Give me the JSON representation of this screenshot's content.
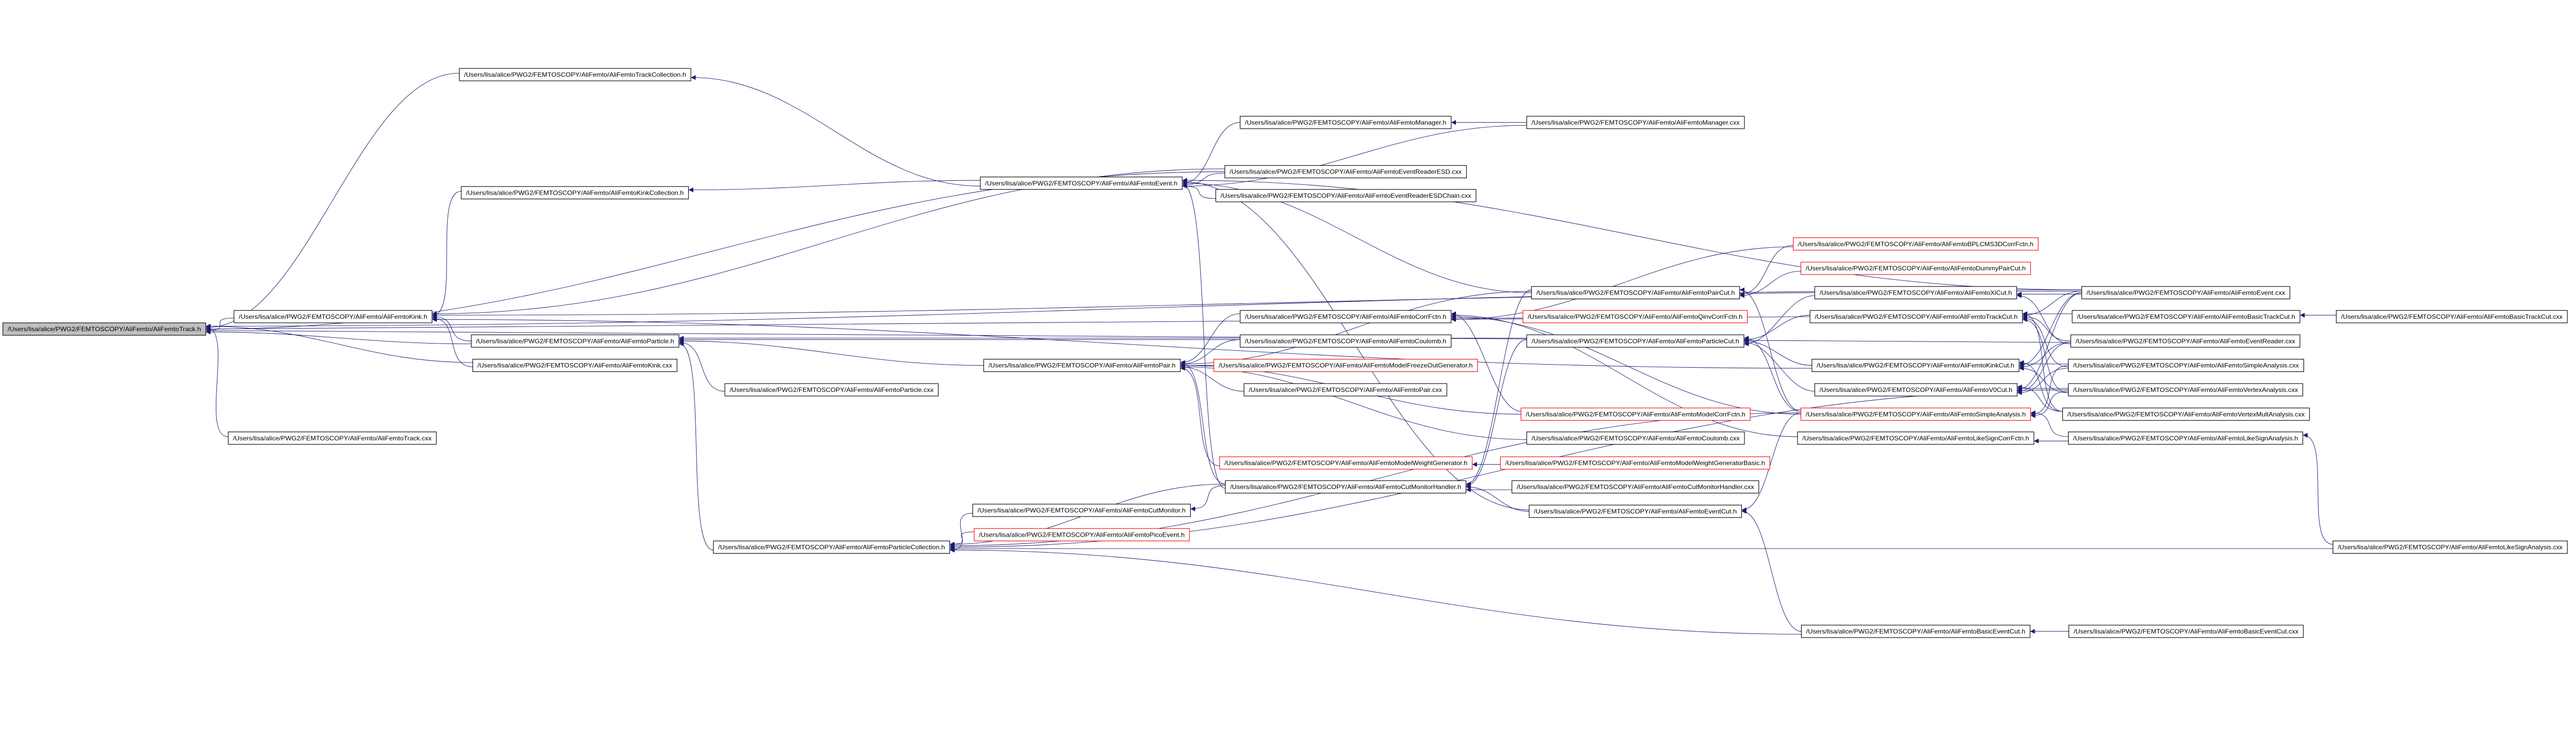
{
  "title": "/Users/lisa/alice/PWG2/FEMTOSCOPY/AliFemto/AliFemtoTrack.h",
  "colors": {
    "edge": "#191970",
    "truncated_border": "#ff0000",
    "root_fill": "#bfbfbf"
  },
  "nodes": [
    {
      "id": "track_h",
      "label": "/Users/lisa/alice/PWG2/FEMTOSCOPY/AliFemto/AliFemtoTrack.h",
      "root": true
    },
    {
      "id": "trackcoll_h",
      "label": "/Users/lisa/alice/PWG2/FEMTOSCOPY/AliFemto/AliFemtoTrackCollection.h"
    },
    {
      "id": "kinkcoll_h",
      "label": "/Users/lisa/alice/PWG2/FEMTOSCOPY/AliFemto/AliFemtoKinkCollection.h"
    },
    {
      "id": "kink_h",
      "label": "/Users/lisa/alice/PWG2/FEMTOSCOPY/AliFemto/AliFemtoKink.h"
    },
    {
      "id": "particle_h",
      "label": "/Users/lisa/alice/PWG2/FEMTOSCOPY/AliFemto/AliFemtoParticle.h"
    },
    {
      "id": "kink_cxx",
      "label": "/Users/lisa/alice/PWG2/FEMTOSCOPY/AliFemto/AliFemtoKink.cxx"
    },
    {
      "id": "track_cxx",
      "label": "/Users/lisa/alice/PWG2/FEMTOSCOPY/AliFemto/AliFemtoTrack.cxx"
    },
    {
      "id": "event_h",
      "label": "/Users/lisa/alice/PWG2/FEMTOSCOPY/AliFemto/AliFemtoEvent.h"
    },
    {
      "id": "pair_h",
      "label": "/Users/lisa/alice/PWG2/FEMTOSCOPY/AliFemto/AliFemtoPair.h"
    },
    {
      "id": "particle_cxx",
      "label": "/Users/lisa/alice/PWG2/FEMTOSCOPY/AliFemto/AliFemtoParticle.cxx"
    },
    {
      "id": "partcoll_h",
      "label": "/Users/lisa/alice/PWG2/FEMTOSCOPY/AliFemto/AliFemtoParticleCollection.h"
    },
    {
      "id": "cutmon_h",
      "label": "/Users/lisa/alice/PWG2/FEMTOSCOPY/AliFemto/AliFemtoCutMonitor.h"
    },
    {
      "id": "picoevent_h",
      "label": "/Users/lisa/alice/PWG2/FEMTOSCOPY/AliFemto/AliFemtoPicoEvent.h",
      "truncated": true
    },
    {
      "id": "manager_h",
      "label": "/Users/lisa/alice/PWG2/FEMTOSCOPY/AliFemto/AliFemtoManager.h"
    },
    {
      "id": "manager_cxx",
      "label": "/Users/lisa/alice/PWG2/FEMTOSCOPY/AliFemto/AliFemtoManager.cxx"
    },
    {
      "id": "readeresd_cxx",
      "label": "/Users/lisa/alice/PWG2/FEMTOSCOPY/AliFemto/AliFemtoEventReaderESD.cxx"
    },
    {
      "id": "readeresdchain_cxx",
      "label": "/Users/lisa/alice/PWG2/FEMTOSCOPY/AliFemto/AliFemtoEventReaderESDChain.cxx"
    },
    {
      "id": "corrfctn_h",
      "label": "/Users/lisa/alice/PWG2/FEMTOSCOPY/AliFemto/AliFemtoCorrFctn.h"
    },
    {
      "id": "coulomb_h",
      "label": "/Users/lisa/alice/PWG2/FEMTOSCOPY/AliFemto/AliFemtoCoulomb.h"
    },
    {
      "id": "freezeout_h",
      "label": "/Users/lisa/alice/PWG2/FEMTOSCOPY/AliFemto/AliFemtoModelFreezeOutGenerator.h",
      "truncated": true
    },
    {
      "id": "pair_cxx",
      "label": "/Users/lisa/alice/PWG2/FEMTOSCOPY/AliFemto/AliFemtoPair.cxx"
    },
    {
      "id": "weightgen_h",
      "label": "/Users/lisa/alice/PWG2/FEMTOSCOPY/AliFemto/AliFemtoModelWeightGenerator.h",
      "truncated": true
    },
    {
      "id": "cutmonhandler_h",
      "label": "/Users/lisa/alice/PWG2/FEMTOSCOPY/AliFemto/AliFemtoCutMonitorHandler.h"
    },
    {
      "id": "paircut_h",
      "label": "/Users/lisa/alice/PWG2/FEMTOSCOPY/AliFemto/AliFemtoPairCut.h"
    },
    {
      "id": "qinv_h",
      "label": "/Users/lisa/alice/PWG2/FEMTOSCOPY/AliFemto/AliFemtoQinvCorrFctn.h",
      "truncated": true
    },
    {
      "id": "particlecut_h",
      "label": "/Users/lisa/alice/PWG2/FEMTOSCOPY/AliFemto/AliFemtoParticleCut.h"
    },
    {
      "id": "modelcorr_h",
      "label": "/Users/lisa/alice/PWG2/FEMTOSCOPY/AliFemto/AliFemtoModelCorrFctn.h",
      "truncated": true
    },
    {
      "id": "coulomb_cxx",
      "label": "/Users/lisa/alice/PWG2/FEMTOSCOPY/AliFemto/AliFemtoCoulomb.cxx"
    },
    {
      "id": "weightgenbasic_h",
      "label": "/Users/lisa/alice/PWG2/FEMTOSCOPY/AliFemto/AliFemtoModelWeightGeneratorBasic.h",
      "truncated": true
    },
    {
      "id": "cutmonhandler_cxx",
      "label": "/Users/lisa/alice/PWG2/FEMTOSCOPY/AliFemto/AliFemtoCutMonitorHandler.cxx"
    },
    {
      "id": "eventcut_h",
      "label": "/Users/lisa/alice/PWG2/FEMTOSCOPY/AliFemto/AliFemtoEventCut.h"
    },
    {
      "id": "bplcms_h",
      "label": "/Users/lisa/alice/PWG2/FEMTOSCOPY/AliFemto/AliFemtoBPLCMS3DCorrFctn.h",
      "truncated": true
    },
    {
      "id": "dummypaircut_h",
      "label": "/Users/lisa/alice/PWG2/FEMTOSCOPY/AliFemto/AliFemtoDummyPairCut.h",
      "truncated": true
    },
    {
      "id": "xicut_h",
      "label": "/Users/lisa/alice/PWG2/FEMTOSCOPY/AliFemto/AliFemtoXiCut.h"
    },
    {
      "id": "trackcut_h",
      "label": "/Users/lisa/alice/PWG2/FEMTOSCOPY/AliFemto/AliFemtoTrackCut.h"
    },
    {
      "id": "kinkcut_h",
      "label": "/Users/lisa/alice/PWG2/FEMTOSCOPY/AliFemto/AliFemtoKinkCut.h"
    },
    {
      "id": "v0cut_h",
      "label": "/Users/lisa/alice/PWG2/FEMTOSCOPY/AliFemto/AliFemtoV0Cut.h"
    },
    {
      "id": "simpleanalysis_h",
      "label": "/Users/lisa/alice/PWG2/FEMTOSCOPY/AliFemto/AliFemtoSimpleAnalysis.h",
      "truncated": true
    },
    {
      "id": "likesigncorr_h",
      "label": "/Users/lisa/alice/PWG2/FEMTOSCOPY/AliFemto/AliFemtoLikeSignCorrFctn.h"
    },
    {
      "id": "basiceventcut_h",
      "label": "/Users/lisa/alice/PWG2/FEMTOSCOPY/AliFemto/AliFemtoBasicEventCut.h"
    },
    {
      "id": "event_cxx",
      "label": "/Users/lisa/alice/PWG2/FEMTOSCOPY/AliFemto/AliFemtoEvent.cxx"
    },
    {
      "id": "basictrackcut_h",
      "label": "/Users/lisa/alice/PWG2/FEMTOSCOPY/AliFemto/AliFemtoBasicTrackCut.h"
    },
    {
      "id": "eventreader_cxx",
      "label": "/Users/lisa/alice/PWG2/FEMTOSCOPY/AliFemto/AliFemtoEventReader.cxx"
    },
    {
      "id": "simpleanalysis_cxx",
      "label": "/Users/lisa/alice/PWG2/FEMTOSCOPY/AliFemto/AliFemtoSimpleAnalysis.cxx"
    },
    {
      "id": "vertexanalysis_cxx",
      "label": "/Users/lisa/alice/PWG2/FEMTOSCOPY/AliFemto/AliFemtoVertexAnalysis.cxx"
    },
    {
      "id": "vertexmult_cxx",
      "label": "/Users/lisa/alice/PWG2/FEMTOSCOPY/AliFemto/AliFemtoVertexMultAnalysis.cxx"
    },
    {
      "id": "likesignanalysis_h",
      "label": "/Users/lisa/alice/PWG2/FEMTOSCOPY/AliFemto/AliFemtoLikeSignAnalysis.h"
    },
    {
      "id": "basictrackcut_cxx",
      "label": "/Users/lisa/alice/PWG2/FEMTOSCOPY/AliFemto/AliFemtoBasicTrackCut.cxx"
    },
    {
      "id": "likesignanalysis_cxx",
      "label": "/Users/lisa/alice/PWG2/FEMTOSCOPY/AliFemto/AliFemtoLikeSignAnalysis.cxx"
    },
    {
      "id": "basiceventcut_cxx",
      "label": "/Users/lisa/alice/PWG2/FEMTOSCOPY/AliFemto/AliFemtoBasicEventCut.cxx"
    }
  ],
  "edges": [
    [
      "event_cxx",
      "track_h"
    ],
    [
      "trackcoll_h",
      "track_h"
    ],
    [
      "readeresd_cxx",
      "track_h"
    ],
    [
      "kink_h",
      "track_h"
    ],
    [
      "particle_h",
      "track_h"
    ],
    [
      "kink_cxx",
      "track_h"
    ],
    [
      "track_cxx",
      "track_h"
    ],
    [
      "trackcut_h",
      "track_h"
    ],
    [
      "eventreader_cxx",
      "track_h"
    ],
    [
      "event_h",
      "trackcoll_h"
    ],
    [
      "event_h",
      "kinkcoll_h"
    ],
    [
      "kinkcoll_h",
      "kink_h"
    ],
    [
      "particle_h",
      "kink_h"
    ],
    [
      "kink_cxx",
      "kink_h"
    ],
    [
      "kinkcut_h",
      "kink_h"
    ],
    [
      "readeresd_cxx",
      "kink_h"
    ],
    [
      "event_cxx",
      "kink_h"
    ],
    [
      "pair_h",
      "particle_h"
    ],
    [
      "particle_cxx",
      "particle_h"
    ],
    [
      "partcoll_h",
      "particle_h"
    ],
    [
      "particlecut_h",
      "particle_h"
    ],
    [
      "coulomb_h",
      "particle_h"
    ],
    [
      "manager_h",
      "event_h"
    ],
    [
      "readeresd_cxx",
      "event_h"
    ],
    [
      "readeresdchain_cxx",
      "event_h"
    ],
    [
      "event_cxx",
      "event_h"
    ],
    [
      "eventcut_h",
      "event_h"
    ],
    [
      "paircut_h",
      "event_h"
    ],
    [
      "cutmonhandler_h",
      "event_h"
    ],
    [
      "manager_cxx",
      "event_h"
    ],
    [
      "corrfctn_h",
      "pair_h"
    ],
    [
      "coulomb_h",
      "pair_h"
    ],
    [
      "freezeout_h",
      "pair_h"
    ],
    [
      "pair_cxx",
      "pair_h"
    ],
    [
      "weightgen_h",
      "pair_h"
    ],
    [
      "cutmonhandler_h",
      "pair_h"
    ],
    [
      "paircut_h",
      "pair_h"
    ],
    [
      "modelcorr_h",
      "pair_h"
    ],
    [
      "coulomb_cxx",
      "pair_h"
    ],
    [
      "cutmon_h",
      "partcoll_h"
    ],
    [
      "picoevent_h",
      "partcoll_h"
    ],
    [
      "simpleanalysis_h",
      "partcoll_h"
    ],
    [
      "vertexanalysis_cxx",
      "partcoll_h"
    ],
    [
      "likesignanalysis_cxx",
      "partcoll_h"
    ],
    [
      "basiceventcut_h",
      "partcoll_h"
    ],
    [
      "cutmonhandler_h",
      "partcoll_h"
    ],
    [
      "cutmonhandler_h",
      "cutmon_h"
    ],
    [
      "manager_cxx",
      "manager_h"
    ],
    [
      "qinv_h",
      "corrfctn_h"
    ],
    [
      "bplcms_h",
      "corrfctn_h"
    ],
    [
      "modelcorr_h",
      "corrfctn_h"
    ],
    [
      "likesigncorr_h",
      "corrfctn_h"
    ],
    [
      "simpleanalysis_h",
      "corrfctn_h"
    ],
    [
      "weightgenbasic_h",
      "weightgen_h"
    ],
    [
      "cutmonhandler_cxx",
      "cutmonhandler_h"
    ],
    [
      "paircut_h",
      "cutmonhandler_h"
    ],
    [
      "particlecut_h",
      "cutmonhandler_h"
    ],
    [
      "eventcut_h",
      "cutmonhandler_h"
    ],
    [
      "bplcms_h",
      "paircut_h"
    ],
    [
      "dummypaircut_h",
      "paircut_h"
    ],
    [
      "simpleanalysis_h",
      "paircut_h"
    ],
    [
      "trackcut_h",
      "particlecut_h"
    ],
    [
      "kinkcut_h",
      "particlecut_h"
    ],
    [
      "v0cut_h",
      "particlecut_h"
    ],
    [
      "xicut_h",
      "particlecut_h"
    ],
    [
      "simpleanalysis_h",
      "particlecut_h"
    ],
    [
      "simpleanalysis_h",
      "eventcut_h"
    ],
    [
      "basiceventcut_h",
      "eventcut_h"
    ],
    [
      "event_cxx",
      "xicut_h"
    ],
    [
      "eventreader_cxx",
      "xicut_h"
    ],
    [
      "basictrackcut_h",
      "trackcut_h"
    ],
    [
      "event_cxx",
      "trackcut_h"
    ],
    [
      "eventreader_cxx",
      "trackcut_h"
    ],
    [
      "simpleanalysis_cxx",
      "trackcut_h"
    ],
    [
      "vertexanalysis_cxx",
      "trackcut_h"
    ],
    [
      "vertexmult_cxx",
      "trackcut_h"
    ],
    [
      "simpleanalysis_cxx",
      "kinkcut_h"
    ],
    [
      "event_cxx",
      "kinkcut_h"
    ],
    [
      "eventreader_cxx",
      "kinkcut_h"
    ],
    [
      "vertexanalysis_cxx",
      "kinkcut_h"
    ],
    [
      "vertexmult_cxx",
      "kinkcut_h"
    ],
    [
      "vertexanalysis_cxx",
      "v0cut_h"
    ],
    [
      "event_cxx",
      "v0cut_h"
    ],
    [
      "eventreader_cxx",
      "v0cut_h"
    ],
    [
      "simpleanalysis_cxx",
      "v0cut_h"
    ],
    [
      "vertexmult_cxx",
      "v0cut_h"
    ],
    [
      "likesignanalysis_h",
      "simpleanalysis_h"
    ],
    [
      "simpleanalysis_cxx",
      "simpleanalysis_h"
    ],
    [
      "vertexanalysis_cxx",
      "simpleanalysis_h"
    ],
    [
      "likesignanalysis_h",
      "likesigncorr_h"
    ],
    [
      "likesignanalysis_cxx",
      "likesignanalysis_h"
    ],
    [
      "basictrackcut_cxx",
      "basictrackcut_h"
    ],
    [
      "basiceventcut_cxx",
      "basiceventcut_h"
    ]
  ]
}
